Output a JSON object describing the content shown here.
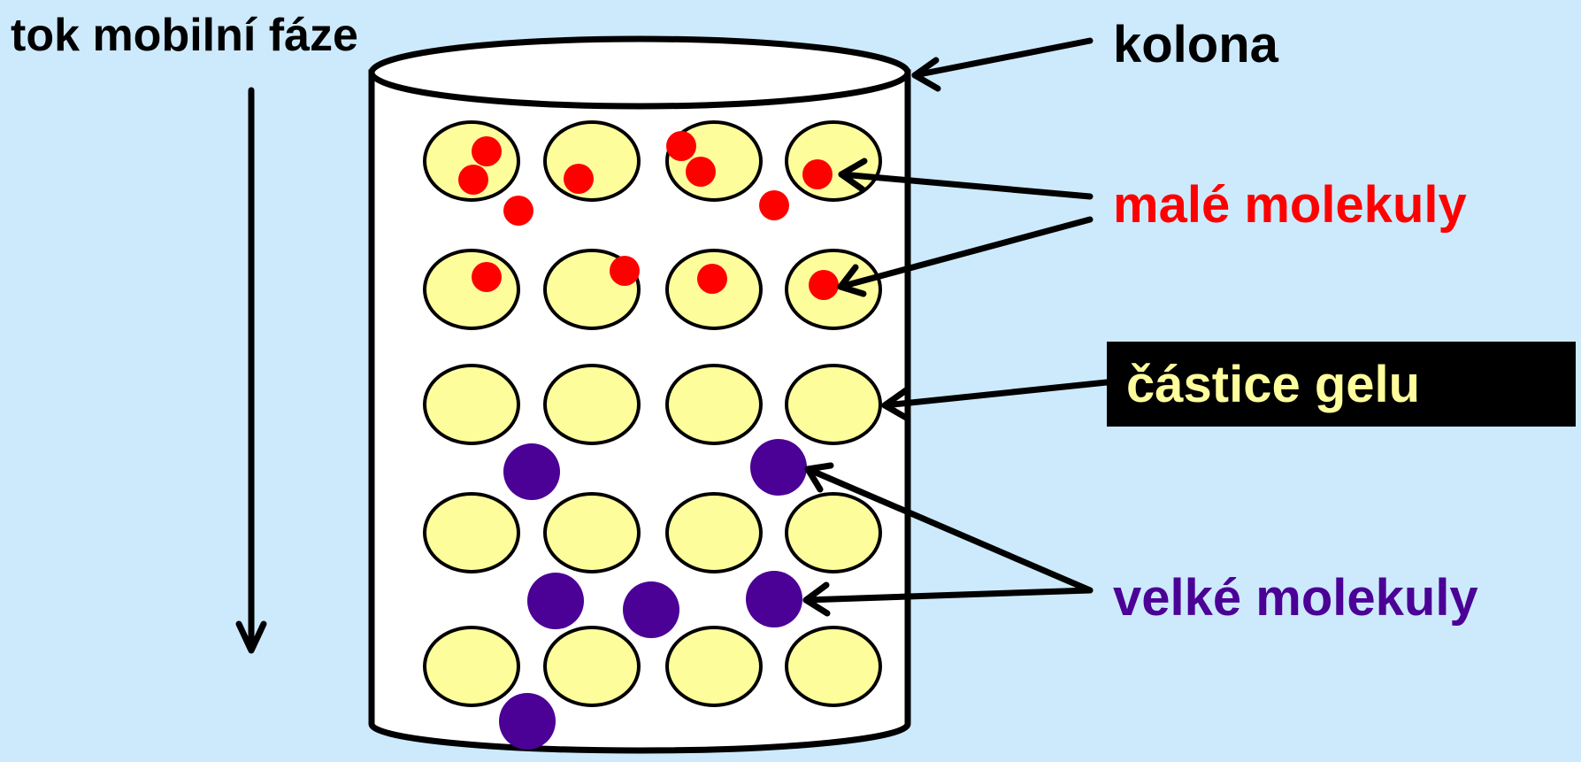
{
  "labels": {
    "mobile_phase_flow": "tok mobilní fáze",
    "column": "kolona",
    "small_molecules": "malé molekuly",
    "gel_particles": "částice gelu",
    "large_molecules": "velké molekuly"
  },
  "colors": {
    "background": "#cdeafd",
    "column_fill": "#ffffff",
    "outline": "#000000",
    "gel_particle": "#fefd9c",
    "small_molecule": "#ff0000",
    "large_molecule": "#4b0096",
    "gel_label_box": "#000000",
    "gel_label_text": "#fefd9c",
    "text_default": "#000000"
  }
}
